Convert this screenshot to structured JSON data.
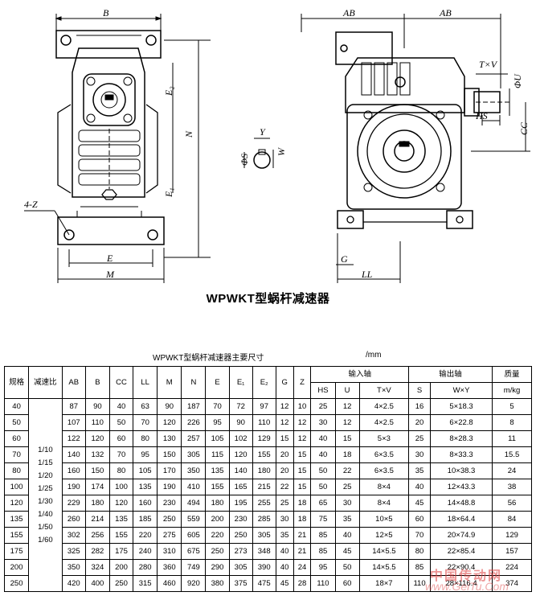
{
  "figure": {
    "title": "WPWKT型蜗杆减速器",
    "labels": {
      "B": "B",
      "E2": "E₂",
      "N": "N",
      "E1": "E₁",
      "Z": "4-Z",
      "E": "E",
      "M": "M",
      "AB": "AB",
      "TV": "T×V",
      "U": "ΦU",
      "HS": "HS",
      "CC": "CC",
      "G": "G",
      "LL": "LL",
      "Y": "Y",
      "S": "ΦS",
      "W": "W"
    }
  },
  "table": {
    "caption": "WPWKT型蜗杆减速器主要尺寸",
    "unit": "/mm",
    "headers": {
      "size": "规格",
      "ratio": "减速比",
      "AB": "AB",
      "B": "B",
      "CC": "CC",
      "LL": "LL",
      "M": "M",
      "N": "N",
      "E": "E",
      "E1": "E₁",
      "E2": "E₂",
      "G": "G",
      "Z": "Z",
      "input": "输入轴",
      "output": "输出轴",
      "weight": "质量",
      "weight_unit": "m/kg",
      "HS": "HS",
      "U": "U",
      "TV": "T×V",
      "S": "S",
      "WY": "W×Y"
    },
    "ratios": [
      "1/10",
      "1/15",
      "1/20",
      "1/25",
      "1/30",
      "1/40",
      "1/50",
      "1/60"
    ],
    "rows": [
      [
        "40",
        "87",
        "90",
        "40",
        "63",
        "90",
        "187",
        "70",
        "72",
        "97",
        "12",
        "10",
        "25",
        "12",
        "4×2.5",
        "16",
        "5×18.3",
        "5"
      ],
      [
        "50",
        "107",
        "110",
        "50",
        "70",
        "120",
        "226",
        "95",
        "90",
        "110",
        "12",
        "12",
        "30",
        "12",
        "4×2.5",
        "20",
        "6×22.8",
        "8"
      ],
      [
        "60",
        "122",
        "120",
        "60",
        "80",
        "130",
        "257",
        "105",
        "102",
        "129",
        "15",
        "12",
        "40",
        "15",
        "5×3",
        "25",
        "8×28.3",
        "11"
      ],
      [
        "70",
        "140",
        "132",
        "70",
        "95",
        "150",
        "305",
        "115",
        "120",
        "155",
        "20",
        "15",
        "40",
        "18",
        "6×3.5",
        "30",
        "8×33.3",
        "15.5"
      ],
      [
        "80",
        "160",
        "150",
        "80",
        "105",
        "170",
        "350",
        "135",
        "140",
        "180",
        "20",
        "15",
        "50",
        "22",
        "6×3.5",
        "35",
        "10×38.3",
        "24"
      ],
      [
        "100",
        "190",
        "174",
        "100",
        "135",
        "190",
        "410",
        "155",
        "165",
        "215",
        "22",
        "15",
        "50",
        "25",
        "8×4",
        "40",
        "12×43.3",
        "38"
      ],
      [
        "120",
        "229",
        "180",
        "120",
        "160",
        "230",
        "494",
        "180",
        "195",
        "255",
        "25",
        "18",
        "65",
        "30",
        "8×4",
        "45",
        "14×48.8",
        "56"
      ],
      [
        "135",
        "260",
        "214",
        "135",
        "185",
        "250",
        "559",
        "200",
        "230",
        "285",
        "30",
        "18",
        "75",
        "35",
        "10×5",
        "60",
        "18×64.4",
        "84"
      ],
      [
        "155",
        "302",
        "256",
        "155",
        "220",
        "275",
        "605",
        "220",
        "250",
        "305",
        "35",
        "21",
        "85",
        "40",
        "12×5",
        "70",
        "20×74.9",
        "129"
      ],
      [
        "175",
        "325",
        "282",
        "175",
        "240",
        "310",
        "675",
        "250",
        "273",
        "348",
        "40",
        "21",
        "85",
        "45",
        "14×5.5",
        "80",
        "22×85.4",
        "157"
      ],
      [
        "200",
        "350",
        "324",
        "200",
        "280",
        "360",
        "749",
        "290",
        "305",
        "390",
        "40",
        "24",
        "95",
        "50",
        "14×5.5",
        "85",
        "22×90.4",
        "224"
      ],
      [
        "250",
        "420",
        "400",
        "250",
        "315",
        "460",
        "920",
        "380",
        "375",
        "475",
        "45",
        "28",
        "110",
        "60",
        "18×7",
        "110",
        "28×116.4",
        "374"
      ]
    ]
  },
  "watermark": {
    "cn": "中国传动网",
    "en": "www.GeiTu.Com"
  }
}
